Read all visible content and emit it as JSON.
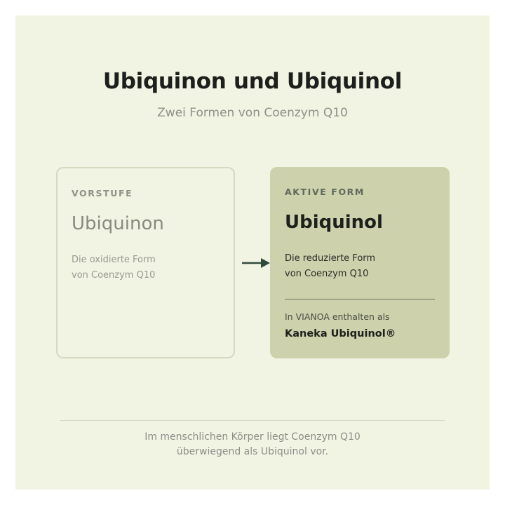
{
  "header": {
    "title": "Ubiquinon und Ubiquinol",
    "subtitle": "Zwei Formen von Coenzym Q10"
  },
  "cards": [
    {
      "tag": "VORSTUFE",
      "name": "Ubiquinon",
      "description_lines": [
        "Die oxidierte Form",
        "von Coenzym Q10"
      ]
    },
    {
      "tag": "AKTIVE FORM",
      "name": "Ubiquinol",
      "description_lines": [
        "Die reduzierte Form",
        "von Coenzym Q10"
      ],
      "note": "In VIANOA enthalten als",
      "product": "Kaneka Ubiquinol®"
    }
  ],
  "arrow": {
    "icon": "arrow-right-icon",
    "color": "#2f4a3d"
  },
  "footer": {
    "lines": [
      "Im menschlichen Körper liegt Coenzym Q10",
      "überwiegend als Ubiquinol vor."
    ]
  },
  "colors": {
    "background": "#f1f3e3",
    "active_card": "#cdd1ac",
    "inactive_border": "#d5d9bf",
    "title": "#1c1f1b",
    "muted_text": "#8e918a"
  }
}
